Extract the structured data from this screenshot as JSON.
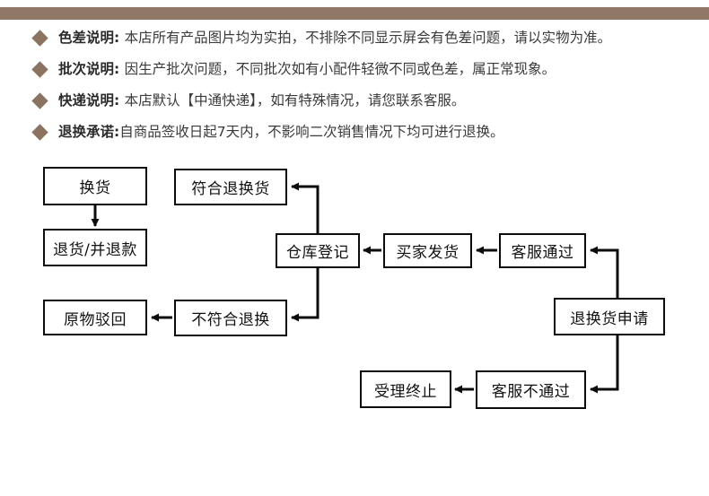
{
  "top_bar": {
    "color": "#917765"
  },
  "notices": [
    {
      "icon": "diamond-bullet-icon",
      "label": "色差说明: ",
      "text": "本店所有产品图片均为实拍，不排除不同显示屏会有色差问题，请以实物为准。"
    },
    {
      "icon": "diamond-bullet-icon",
      "label": "批次说明: ",
      "text": "因生产批次问题，不同批次如有小配件轻微不同或色差，属正常现象。"
    },
    {
      "icon": "diamond-bullet-icon",
      "label": "快递说明: ",
      "text": "本店默认【中通快递】，如有特殊情况，请您联系客服。"
    },
    {
      "icon": "diamond-bullet-icon",
      "label": "退换承诺:",
      "text": "自商品签收日起7天内，不影响二次销售情况下均可进行退换。"
    }
  ],
  "flowchart": {
    "nodes": {
      "huanhuo": "换货",
      "tuihuo_tuikuan": "退货/并退款",
      "fuhe_tuihuanhuo": "符合退换货",
      "cangku_dengji": "仓库登记",
      "maijia_fahuo": "买家发货",
      "kefu_tongguo": "客服通过",
      "yuanwu_bohui": "原物驳回",
      "bufuhe_tuihuan": "不符合退换",
      "tuihuanhuo_shenqing": "退换货申请",
      "shouli_zhongzhi": "受理终止",
      "kefu_butongguo": "客服不通过"
    },
    "edge_color": "#0c0c0c"
  }
}
